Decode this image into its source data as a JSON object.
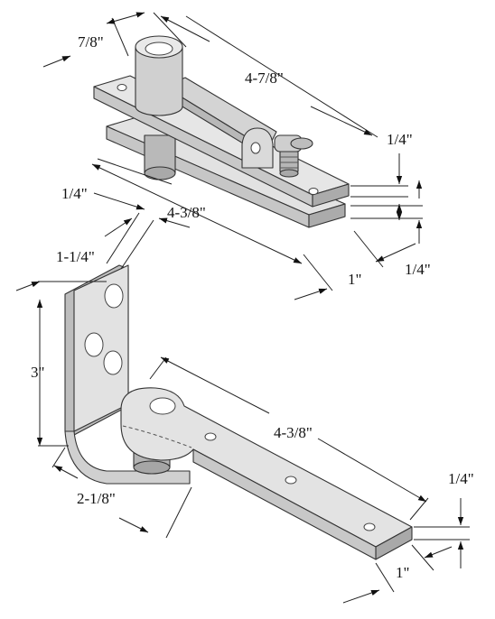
{
  "colors": {
    "metal_light": "#e4e4e4",
    "metal_mid": "#c8c8c8",
    "metal_dark": "#a9a9a9",
    "outline": "#333333",
    "dimension": "#222222"
  },
  "top_assembly": {
    "pin_diameter": "7/8\"",
    "arm_length": "4-7/8\"",
    "plate_thickness_top": "1/4\"",
    "plate_thickness_bottom": "1/4\"",
    "plate_gap": "1/4\"",
    "plate_length": "4-3/8\"",
    "plate_width": "1\""
  },
  "bottom_assembly": {
    "bracket_width": "1-1/4\"",
    "bracket_height": "3\"",
    "bracket_depth": "2-1/8\"",
    "arm_length": "4-3/8\"",
    "arm_thickness": "1/4\"",
    "arm_width": "1\""
  }
}
